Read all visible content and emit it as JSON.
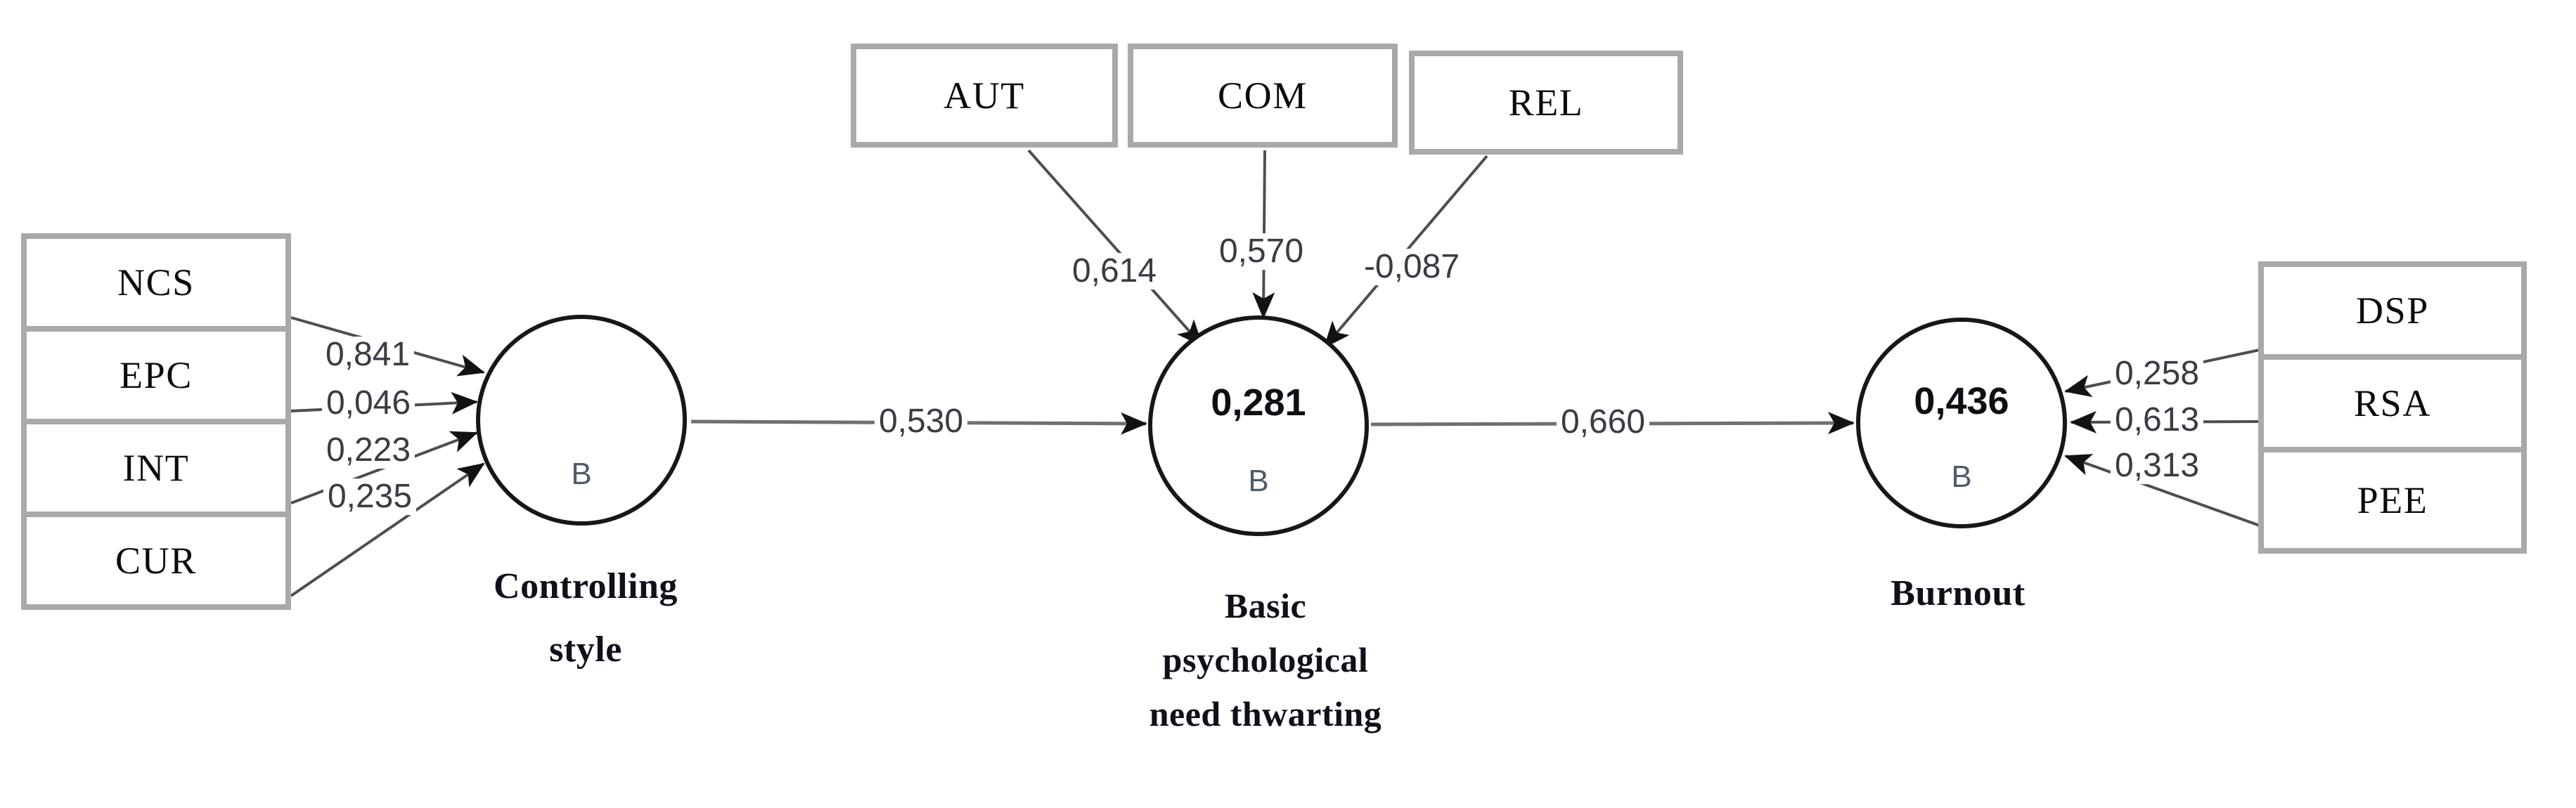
{
  "diagram": {
    "left_indicators": [
      {
        "label": "NCS",
        "loading": "0,841"
      },
      {
        "label": "EPC",
        "loading": "0,046"
      },
      {
        "label": "INT",
        "loading": "0,223"
      },
      {
        "label": "CUR",
        "loading": "0,235"
      }
    ],
    "top_indicators": [
      {
        "label": "AUT",
        "loading": "0,614"
      },
      {
        "label": "COM",
        "loading": "0,570"
      },
      {
        "label": "REL",
        "loading": "-0,087"
      }
    ],
    "right_indicators": [
      {
        "label": "DSP",
        "loading": "0,258"
      },
      {
        "label": "RSA",
        "loading": "0,613"
      },
      {
        "label": "PEE",
        "loading": "0,313"
      }
    ],
    "latents": [
      {
        "name": "Controlling style",
        "lines": [
          "Controlling",
          "style"
        ],
        "r2": "",
        "b": "B"
      },
      {
        "name": "Basic psychological need thwarting",
        "lines": [
          "Basic",
          "psychological",
          "need thwarting"
        ],
        "r2": "0,281",
        "b": "B"
      },
      {
        "name": "Burnout",
        "lines": [
          "Burnout"
        ],
        "r2": "0,436",
        "b": "B"
      }
    ],
    "structural_paths": [
      {
        "from": "Controlling style",
        "to": "Basic psychological need thwarting",
        "coefficient": "0,530"
      },
      {
        "from": "Basic psychological need thwarting",
        "to": "Burnout",
        "coefficient": "0,660"
      }
    ]
  },
  "colors": {
    "box_border": "#a9a9a9",
    "circle_stroke": "#171717",
    "edge": "#4e4e4e",
    "structural_edge": "#707070",
    "arrowhead": "#121212",
    "value_text": "#3b3b44",
    "concept_text": "#10101a",
    "b_text": "#505a68"
  }
}
